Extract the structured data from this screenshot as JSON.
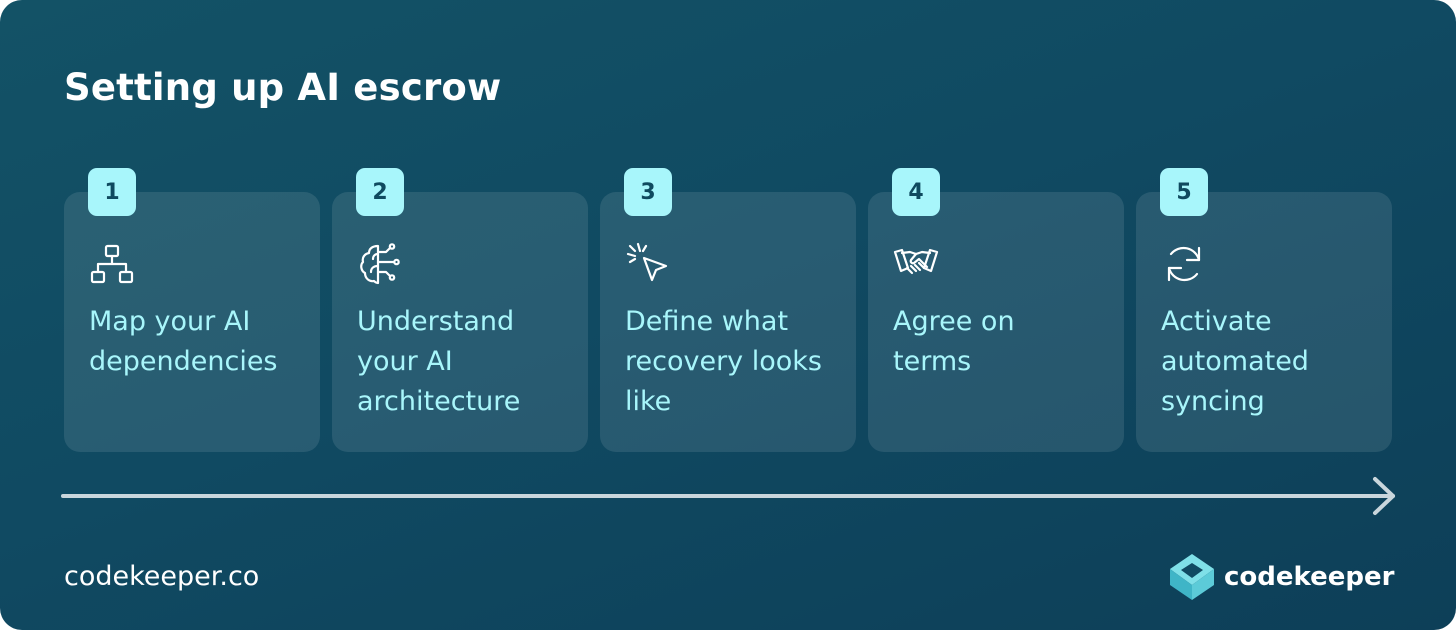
{
  "title": "Setting up AI escrow",
  "steps": [
    {
      "number": "1",
      "label": "Map your AI\ndependencies",
      "icon": "hierarchy-icon"
    },
    {
      "number": "2",
      "label": "Understand\nyour AI\narchitecture",
      "icon": "ai-brain-icon"
    },
    {
      "number": "3",
      "label": "Define what\nrecovery looks\nlike",
      "icon": "cursor-click-icon"
    },
    {
      "number": "4",
      "label": "Agree on\nterms",
      "icon": "handshake-icon"
    },
    {
      "number": "5",
      "label": "Activate\nautomated\nsyncing",
      "icon": "sync-icon"
    }
  ],
  "footer": {
    "url": "codekeeper.co",
    "brand_name": "codekeeper"
  },
  "colors": {
    "background": "#104a62",
    "accent": "#a8f6fb",
    "text": "#ffffff",
    "arrow": "#c9d6dc"
  }
}
